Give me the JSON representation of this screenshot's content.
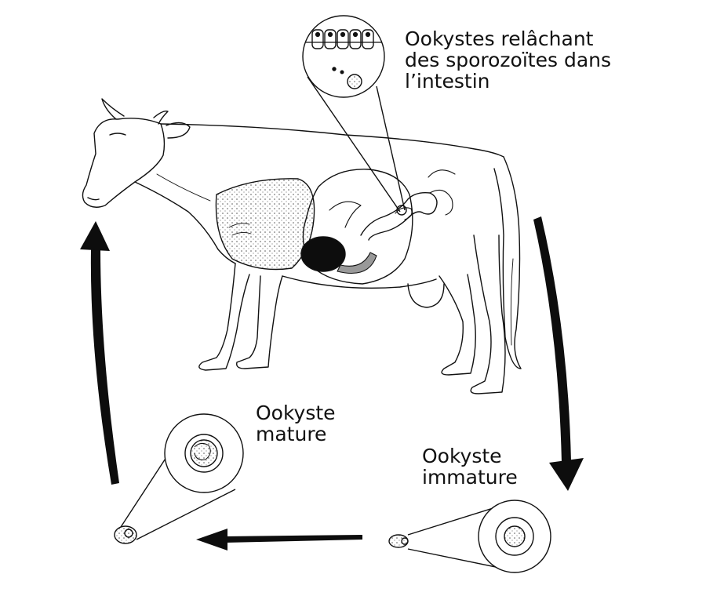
{
  "labels": {
    "intestine": [
      "Ookystes relâchant",
      "des sporozoïtes dans",
      "l’intestin"
    ],
    "mature": [
      "Ookyste",
      "mature"
    ],
    "immature": [
      "Ookyste",
      "immature"
    ]
  },
  "colors": {
    "ink": "#111111",
    "background": "#ffffff",
    "organ_fill": "#f2f2f2"
  }
}
